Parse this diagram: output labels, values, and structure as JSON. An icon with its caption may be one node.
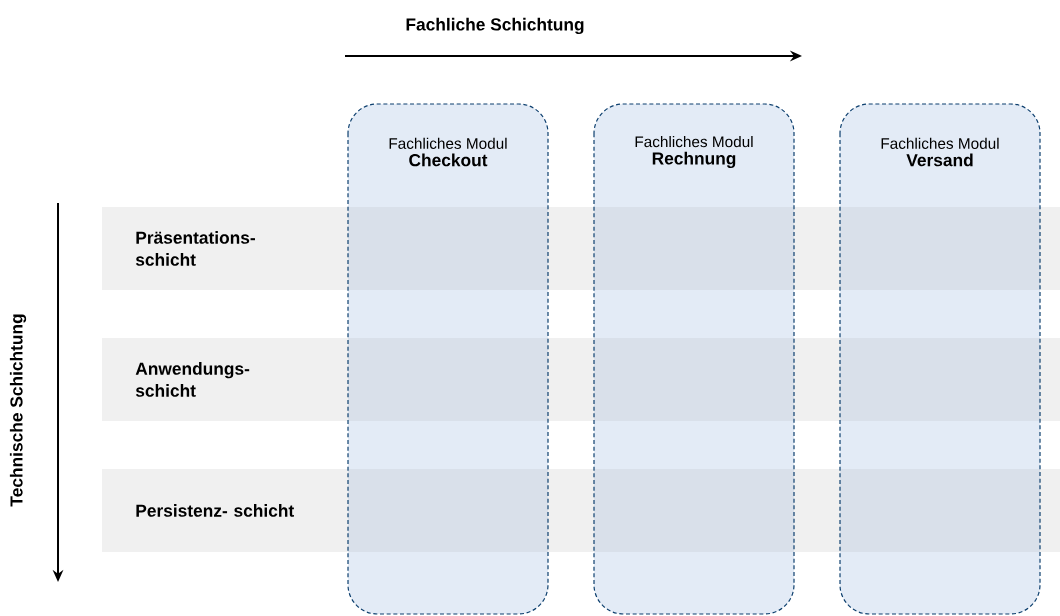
{
  "diagram": {
    "nodes": [
      {
        "text": [
          "Präsentations- schicht"
        ]
      },
      {
        "text": [
          "Anwendungs- schicht"
        ]
      },
      {
        "text": [
          "Persistenz- schicht"
        ]
      },
      {
        "text": [
          "Fachliches Modul",
          "Checkout"
        ]
      },
      {
        "text": [
          "Fachliches Modul",
          "Rechnung"
        ]
      },
      {
        "text": [
          "Fachliches Modul",
          "Versand"
        ]
      }
    ],
    "labels": [
      "Fachliche Schichtung",
      "Technische Schichtung"
    ]
  }
}
